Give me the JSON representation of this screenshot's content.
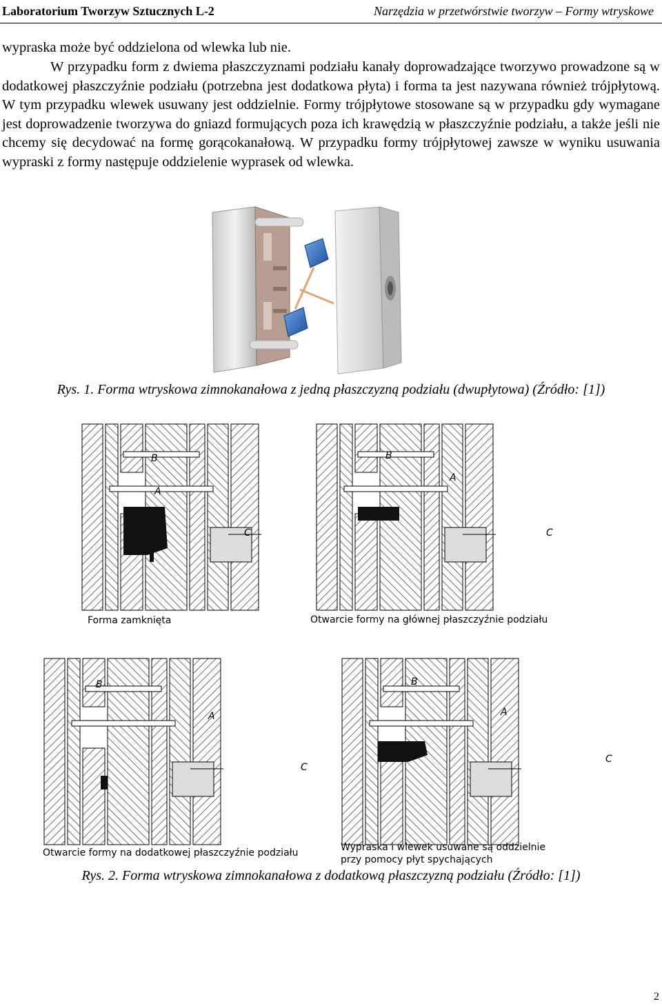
{
  "header": {
    "left": "Laboratorium Tworzyw Sztucznych L-2",
    "right": "Narzędzia w przetwórstwie tworzyw – Formy wtryskowe"
  },
  "body": {
    "line0": "wypraska może być oddzielona od wlewka lub nie.",
    "paragraph": "W przypadku form z dwiema płaszczyznami podziału kanały doprowadzające tworzywo prowadzone są w dodatkowej płaszczyźnie podziału (potrzebna jest dodatkowa płyta) i forma ta jest nazywana również trójpłytową. W tym przypadku wlewek usuwany jest oddzielnie. Formy trójpłytowe stosowane są w przypadku gdy wymagane jest doprowadzenie tworzywa do gniazd formujących poza ich krawędzią w płaszczyźnie podziału, a także jeśli nie chcemy się decydować na formę gorącokanałową. W przypadku formy trójpłytowej zawsze w wyniku usuwania wypraski z formy następuje oddzielenie wyprasek od wlewka."
  },
  "figure1": {
    "caption": "Rys. 1. Forma wtryskowa zimnokanałowa z jedną płaszczyzną podziału (dwupłytowa) (Źródło: [1])"
  },
  "figure2": {
    "labels": {
      "tl": "Forma zamknięta",
      "tr": "Otwarcie formy na głównej płaszczyźnie podziału",
      "bl": "Otwarcie formy na dodatkowej płaszczyźnie podziału",
      "br_line1": "Wypraska i wlewek usuwane są oddzielnie",
      "br_line2": "przy pomocy płyt spychających"
    },
    "letters": {
      "a": "A",
      "b": "B",
      "c": "C"
    },
    "caption": "Rys. 2. Forma wtryskowa zimnokanałowa z dodatkową płaszczyzną podziału (Źródło: [1])"
  },
  "page_number": "2"
}
